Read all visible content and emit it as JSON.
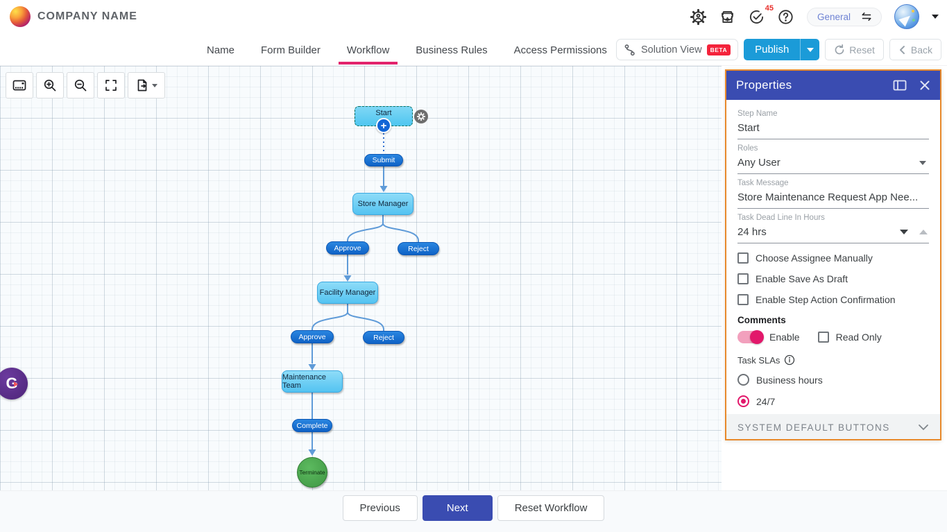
{
  "header": {
    "company_name": "COMPANY NAME",
    "icons": [
      "admin-settings-icon",
      "marketplace-icon",
      "approvals-icon",
      "help-icon"
    ],
    "approvals_badge_count": "45",
    "workspace_selector_label": "General"
  },
  "nav": {
    "tabs": [
      {
        "label": "Name",
        "active": false
      },
      {
        "label": "Form Builder",
        "active": false
      },
      {
        "label": "Workflow",
        "active": true
      },
      {
        "label": "Business Rules",
        "active": false
      },
      {
        "label": "Access Permissions",
        "active": false
      }
    ],
    "solution_view_label": "Solution View",
    "solution_view_badge": "BETA",
    "publish_label": "Publish",
    "reset_label": "Reset",
    "back_label": "Back"
  },
  "canvas": {
    "toolbar_icons": [
      "minimap-icon",
      "zoom-in-icon",
      "zoom-out-icon",
      "fit-view-icon",
      "export-icon"
    ],
    "nodes": [
      {
        "label": "Start",
        "type": "start"
      },
      {
        "label": "Submit",
        "type": "action"
      },
      {
        "label": "Store Manager",
        "type": "step"
      },
      {
        "label": "Approve",
        "type": "action"
      },
      {
        "label": "Reject",
        "type": "action"
      },
      {
        "label": "Facility Manager",
        "type": "step"
      },
      {
        "label": "Approve",
        "type": "action"
      },
      {
        "label": "Reject",
        "type": "action"
      },
      {
        "label": "Maintenance Team",
        "type": "step"
      },
      {
        "label": "Complete",
        "type": "action"
      },
      {
        "label": "Terminate",
        "type": "end"
      }
    ],
    "start_plus_label": "+",
    "g_badge_label": "G"
  },
  "properties": {
    "title": "Properties",
    "step_name": {
      "label": "Step Name",
      "value": "Start"
    },
    "roles": {
      "label": "Roles",
      "value": "Any User"
    },
    "task_message": {
      "label": "Task Message",
      "value": "Store Maintenance Request App Nee..."
    },
    "task_deadline": {
      "label": "Task Dead Line In Hours",
      "value": "24 hrs"
    },
    "checkboxes": [
      {
        "label": "Choose Assignee Manually",
        "checked": false
      },
      {
        "label": "Enable Save As Draft",
        "checked": false
      },
      {
        "label": "Enable Step Action Confirmation",
        "checked": false
      }
    ],
    "comments": {
      "label": "Comments",
      "toggle_label": "Enable",
      "toggle_on": true,
      "readonly_label": "Read Only",
      "readonly_checked": false
    },
    "task_slas": {
      "label": "Task SLAs",
      "options": [
        {
          "label": "Business hours",
          "selected": false
        },
        {
          "label": "24/7",
          "selected": true
        }
      ]
    },
    "system_buttons_label": "SYSTEM DEFAULT BUTTONS"
  },
  "footer": {
    "previous_label": "Previous",
    "next_label": "Next",
    "reset_workflow_label": "Reset Workflow"
  },
  "colors": {
    "publish_blue": "#1b9bd8",
    "panel_header_blue": "#3a4cb1",
    "panel_border_orange": "#e8892b",
    "accent_pink": "#e2246d",
    "node_cyan": "#57c8f2",
    "pill_blue": "#1167d2",
    "terminate_green": "#4caf50"
  }
}
